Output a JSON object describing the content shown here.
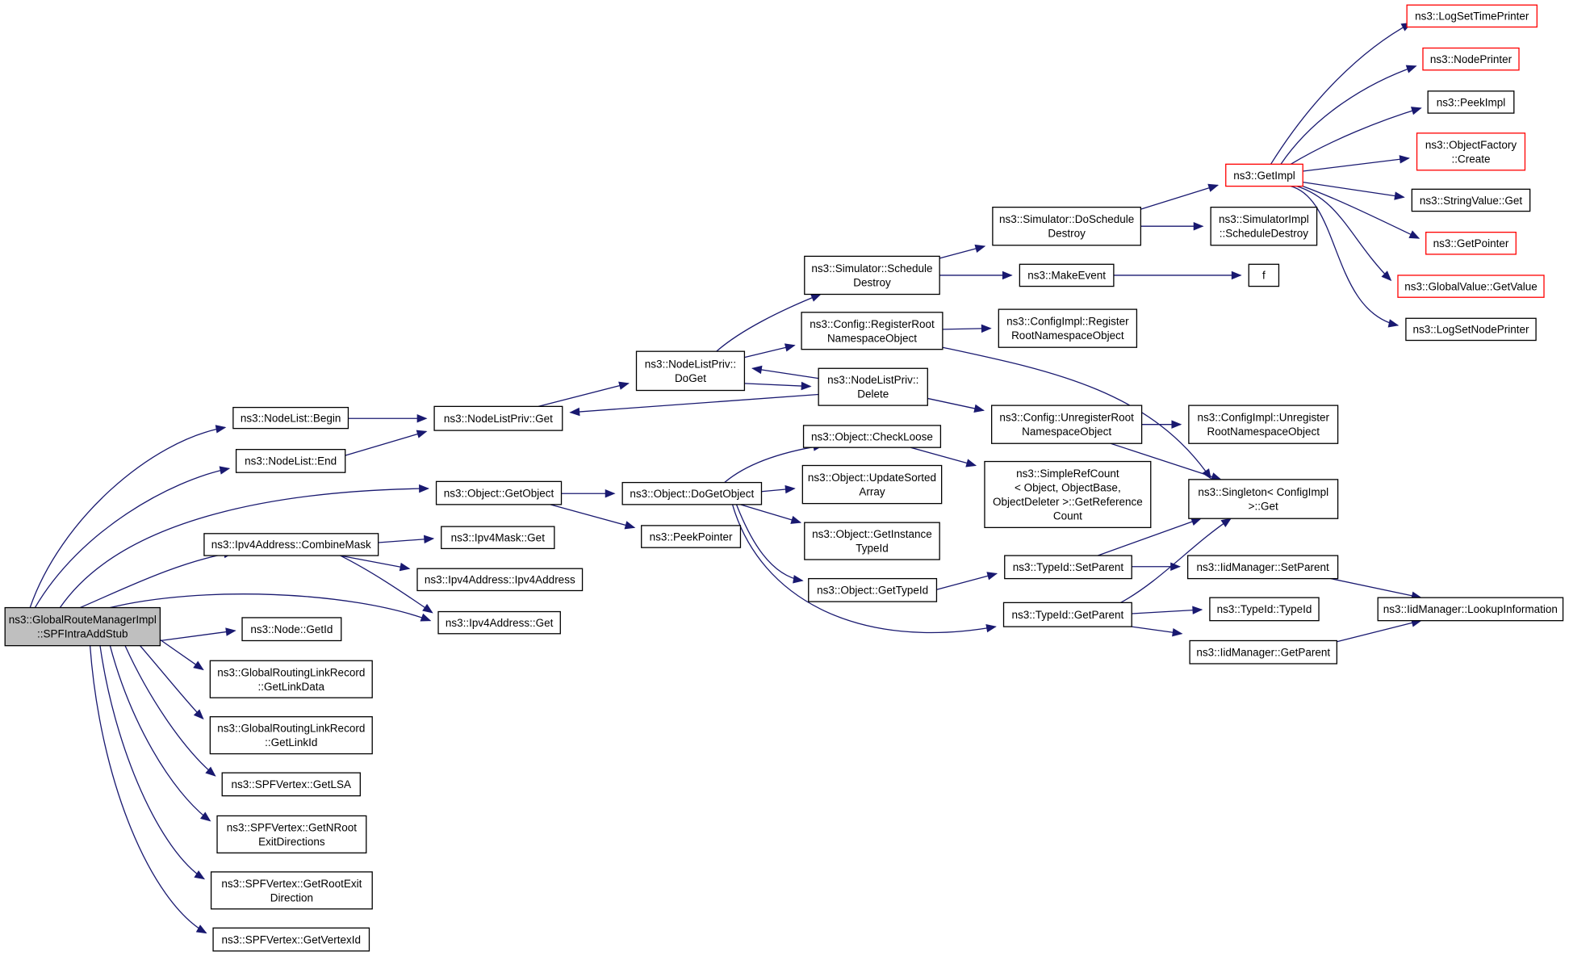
{
  "diagram": {
    "type": "call-graph",
    "colors": {
      "edge": "#191970",
      "node_border": "#000000",
      "node_border_incomplete": "#ff0000",
      "root_fill": "#bfbfbf",
      "background": "#ffffff"
    },
    "nodes": [
      {
        "id": "root",
        "label": [
          "ns3::GlobalRouteManagerImpl",
          "::SPFIntraAddStub"
        ],
        "style": "root"
      },
      {
        "id": "nl_begin",
        "label": [
          "ns3::NodeList::Begin"
        ]
      },
      {
        "id": "nl_end",
        "label": [
          "ns3::NodeList::End"
        ]
      },
      {
        "id": "obj_getobject",
        "label": [
          "ns3::Object::GetObject"
        ]
      },
      {
        "id": "ipv4_combinemask",
        "label": [
          "ns3::Ipv4Address::CombineMask"
        ]
      },
      {
        "id": "node_getid",
        "label": [
          "ns3::Node::GetId"
        ]
      },
      {
        "id": "grlr_getlinkdata",
        "label": [
          "ns3::GlobalRoutingLinkRecord",
          "::GetLinkData"
        ]
      },
      {
        "id": "grlr_getlinkid",
        "label": [
          "ns3::GlobalRoutingLinkRecord",
          "::GetLinkId"
        ]
      },
      {
        "id": "spf_getlsa",
        "label": [
          "ns3::SPFVertex::GetLSA"
        ]
      },
      {
        "id": "spf_getnroot",
        "label": [
          "ns3::SPFVertex::GetNRoot",
          "ExitDirections"
        ]
      },
      {
        "id": "spf_getrootexit",
        "label": [
          "ns3::SPFVertex::GetRootExit",
          "Direction"
        ]
      },
      {
        "id": "spf_getvertexid",
        "label": [
          "ns3::SPFVertex::GetVertexId"
        ]
      },
      {
        "id": "nlp_get",
        "label": [
          "ns3::NodeListPriv::Get"
        ]
      },
      {
        "id": "ipv4mask_get",
        "label": [
          "ns3::Ipv4Mask::Get"
        ]
      },
      {
        "id": "ipv4_ipv4address",
        "label": [
          "ns3::Ipv4Address::Ipv4Address"
        ]
      },
      {
        "id": "ipv4_get",
        "label": [
          "ns3::Ipv4Address::Get"
        ]
      },
      {
        "id": "nlp_doget",
        "label": [
          "ns3::NodeListPriv::",
          "DoGet"
        ]
      },
      {
        "id": "obj_dogetobject",
        "label": [
          "ns3::Object::DoGetObject"
        ]
      },
      {
        "id": "peekpointer",
        "label": [
          "ns3::PeekPointer"
        ]
      },
      {
        "id": "sim_scheduledestroy",
        "label": [
          "ns3::Simulator::Schedule",
          "Destroy"
        ]
      },
      {
        "id": "cfg_registerroot",
        "label": [
          "ns3::Config::RegisterRoot",
          "NamespaceObject"
        ]
      },
      {
        "id": "nlp_delete",
        "label": [
          "ns3::NodeListPriv::",
          "Delete"
        ]
      },
      {
        "id": "obj_checkloose",
        "label": [
          "ns3::Object::CheckLoose"
        ]
      },
      {
        "id": "obj_updatesorted",
        "label": [
          "ns3::Object::UpdateSorted",
          "Array"
        ]
      },
      {
        "id": "obj_getinstancetypeid",
        "label": [
          "ns3::Object::GetInstance",
          "TypeId"
        ]
      },
      {
        "id": "obj_gettypeid",
        "label": [
          "ns3::Object::GetTypeId"
        ]
      },
      {
        "id": "sim_doscheduledestroy",
        "label": [
          "ns3::Simulator::DoSchedule",
          "Destroy"
        ]
      },
      {
        "id": "makeevent",
        "label": [
          "ns3::MakeEvent"
        ]
      },
      {
        "id": "cfgimpl_registerroot",
        "label": [
          "ns3::ConfigImpl::Register",
          "RootNamespaceObject"
        ]
      },
      {
        "id": "cfg_unregisterroot",
        "label": [
          "ns3::Config::UnregisterRoot",
          "NamespaceObject"
        ]
      },
      {
        "id": "simplerefcount",
        "label": [
          "ns3::SimpleRefCount",
          "< Object, ObjectBase,",
          "ObjectDeleter >::GetReference",
          "Count"
        ]
      },
      {
        "id": "typeid_setparent",
        "label": [
          "ns3::TypeId::SetParent"
        ]
      },
      {
        "id": "typeid_getparent",
        "label": [
          "ns3::TypeId::GetParent"
        ]
      },
      {
        "id": "getimpl",
        "label": [
          "ns3::GetImpl"
        ],
        "style": "red"
      },
      {
        "id": "simimpl_scheduledestroy",
        "label": [
          "ns3::SimulatorImpl",
          "::ScheduleDestroy"
        ]
      },
      {
        "id": "f",
        "label": [
          "f"
        ]
      },
      {
        "id": "cfgimpl_unregister",
        "label": [
          "ns3::ConfigImpl::Unregister",
          "RootNamespaceObject"
        ]
      },
      {
        "id": "singleton_get",
        "label": [
          "ns3::Singleton< ConfigImpl",
          ">::Get"
        ]
      },
      {
        "id": "iid_setparent",
        "label": [
          "ns3::IidManager::SetParent"
        ]
      },
      {
        "id": "typeid_typeid",
        "label": [
          "ns3::TypeId::TypeId"
        ]
      },
      {
        "id": "iid_getparent",
        "label": [
          "ns3::IidManager::GetParent"
        ]
      },
      {
        "id": "iid_lookup",
        "label": [
          "ns3::IidManager::LookupInformation"
        ]
      },
      {
        "id": "logsettimeprinter",
        "label": [
          "ns3::LogSetTimePrinter"
        ],
        "style": "red"
      },
      {
        "id": "nodeprinter",
        "label": [
          "ns3::NodePrinter"
        ],
        "style": "red"
      },
      {
        "id": "peekimpl",
        "label": [
          "ns3::PeekImpl"
        ]
      },
      {
        "id": "objfactory_create",
        "label": [
          "ns3::ObjectFactory",
          "::Create"
        ],
        "style": "red"
      },
      {
        "id": "stringvalue_get",
        "label": [
          "ns3::StringValue::Get"
        ]
      },
      {
        "id": "getpointer",
        "label": [
          "ns3::GetPointer"
        ],
        "style": "red"
      },
      {
        "id": "globalvalue_getvalue",
        "label": [
          "ns3::GlobalValue::GetValue"
        ],
        "style": "red"
      },
      {
        "id": "logsetnodeprinter",
        "label": [
          "ns3::LogSetNodePrinter"
        ]
      }
    ],
    "edges": [
      [
        "root",
        "nl_begin"
      ],
      [
        "root",
        "nl_end"
      ],
      [
        "root",
        "obj_getobject"
      ],
      [
        "root",
        "ipv4_combinemask"
      ],
      [
        "root",
        "ipv4_get"
      ],
      [
        "root",
        "node_getid"
      ],
      [
        "root",
        "grlr_getlinkdata"
      ],
      [
        "root",
        "grlr_getlinkid"
      ],
      [
        "root",
        "spf_getlsa"
      ],
      [
        "root",
        "spf_getnroot"
      ],
      [
        "root",
        "spf_getrootexit"
      ],
      [
        "root",
        "spf_getvertexid"
      ],
      [
        "nl_begin",
        "nlp_get"
      ],
      [
        "nl_end",
        "nlp_get"
      ],
      [
        "obj_getobject",
        "obj_dogetobject"
      ],
      [
        "obj_getobject",
        "peekpointer"
      ],
      [
        "ipv4_combinemask",
        "ipv4mask_get"
      ],
      [
        "ipv4_combinemask",
        "ipv4_ipv4address"
      ],
      [
        "ipv4_combinemask",
        "ipv4_get"
      ],
      [
        "nlp_get",
        "nlp_doget"
      ],
      [
        "nlp_doget",
        "sim_scheduledestroy"
      ],
      [
        "nlp_doget",
        "cfg_registerroot"
      ],
      [
        "nlp_doget",
        "nlp_delete"
      ],
      [
        "nlp_delete",
        "nlp_doget"
      ],
      [
        "nlp_delete",
        "nlp_get"
      ],
      [
        "nlp_delete",
        "cfg_unregisterroot"
      ],
      [
        "obj_dogetobject",
        "obj_checkloose"
      ],
      [
        "obj_dogetobject",
        "obj_updatesorted"
      ],
      [
        "obj_dogetobject",
        "obj_getinstancetypeid"
      ],
      [
        "obj_dogetobject",
        "obj_gettypeid"
      ],
      [
        "obj_dogetobject",
        "typeid_getparent"
      ],
      [
        "obj_checkloose",
        "simplerefcount"
      ],
      [
        "obj_gettypeid",
        "typeid_setparent"
      ],
      [
        "sim_scheduledestroy",
        "sim_doscheduledestroy"
      ],
      [
        "sim_scheduledestroy",
        "makeevent"
      ],
      [
        "sim_doscheduledestroy",
        "getimpl"
      ],
      [
        "sim_doscheduledestroy",
        "simimpl_scheduledestroy"
      ],
      [
        "makeevent",
        "f"
      ],
      [
        "cfg_registerroot",
        "cfgimpl_registerroot"
      ],
      [
        "cfg_registerroot",
        "singleton_get"
      ],
      [
        "cfg_unregisterroot",
        "cfgimpl_unregister"
      ],
      [
        "cfg_unregisterroot",
        "singleton_get"
      ],
      [
        "typeid_setparent",
        "singleton_get"
      ],
      [
        "typeid_setparent",
        "iid_setparent"
      ],
      [
        "typeid_getparent",
        "singleton_get"
      ],
      [
        "typeid_getparent",
        "typeid_typeid"
      ],
      [
        "typeid_getparent",
        "iid_getparent"
      ],
      [
        "iid_setparent",
        "iid_lookup"
      ],
      [
        "iid_getparent",
        "iid_lookup"
      ],
      [
        "getimpl",
        "logsettimeprinter"
      ],
      [
        "getimpl",
        "nodeprinter"
      ],
      [
        "getimpl",
        "peekimpl"
      ],
      [
        "getimpl",
        "objfactory_create"
      ],
      [
        "getimpl",
        "stringvalue_get"
      ],
      [
        "getimpl",
        "getpointer"
      ],
      [
        "getimpl",
        "globalvalue_getvalue"
      ],
      [
        "getimpl",
        "logsetnodeprinter"
      ]
    ]
  }
}
